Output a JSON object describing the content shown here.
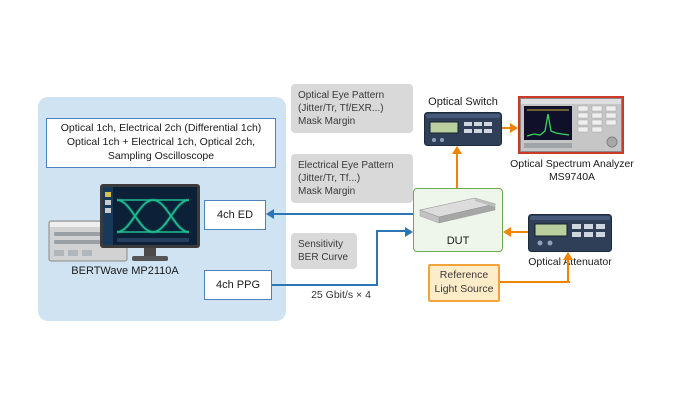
{
  "colors": {
    "panel_bg": "#cfe3f2",
    "blue_arrow": "#2e75b6",
    "orange_arrow": "#f08300",
    "callout_bg": "#d9d9d9",
    "box_border_blue": "#4f81bd",
    "dut_bg": "#eef5ea",
    "dut_border": "#70a84f",
    "ref_source_bg": "#fdecc8",
    "ref_source_border": "#f2a33a",
    "osa_highlight_border": "#cb3927"
  },
  "panel": {
    "specs": {
      "line1": "Optical 1ch, Electrical 2ch (Differential 1ch)",
      "line2": "Optical 1ch + Electrical 1ch, Optical 2ch,",
      "line3": "Sampling Oscilloscope"
    },
    "device_label": "BERTWave MP2110A",
    "ed_label": "4ch ED",
    "ppg_label": "4ch PPG"
  },
  "callouts": {
    "optical_eye": {
      "line1": "Optical Eye Pattern",
      "line2": "(Jitter/Tr, Tf/EXR...)",
      "line3": "Mask Margin"
    },
    "electrical_eye": {
      "line1": "Electrical Eye Pattern",
      "line2": "(Jitter/Tr, Tf...)",
      "line3": "Mask Margin"
    },
    "sensitivity": {
      "line1": "Sensitivity",
      "line2": "BER Curve"
    }
  },
  "nodes": {
    "optical_switch_label": "Optical Switch",
    "osa_label_line1": "Optical Spectrum Analyzer",
    "osa_label_line2": "MS9740A",
    "dut_label": "DUT",
    "attenuator_label": "Optical Attenuator",
    "ref_light_source_line1": "Reference",
    "ref_light_source_line2": "Light Source"
  },
  "annotations": {
    "bitrate_label": "25 Gbit/s × 4"
  }
}
